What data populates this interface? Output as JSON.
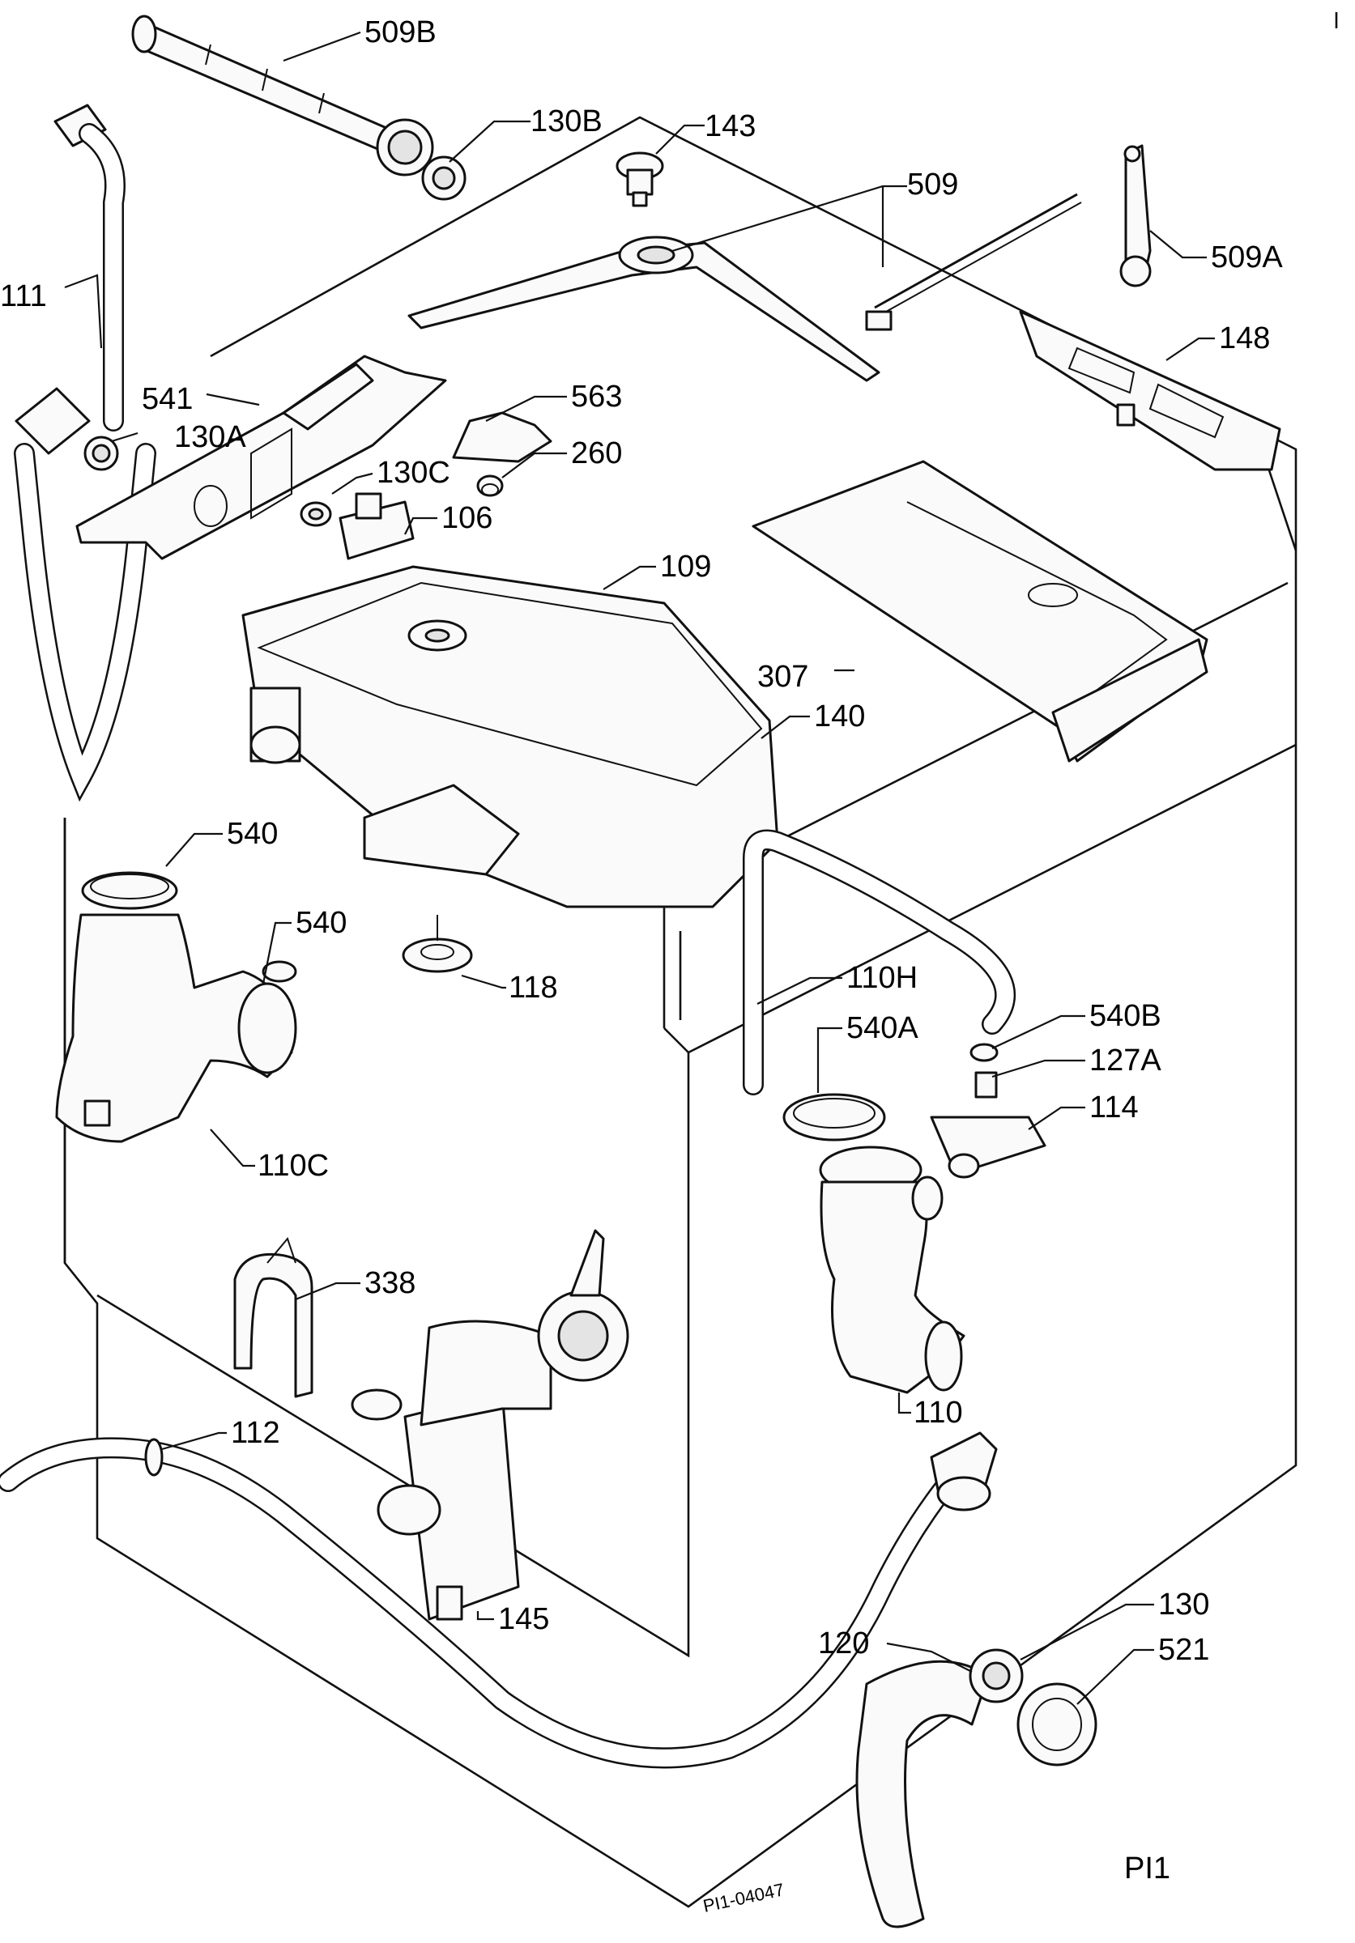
{
  "labels": {
    "l509B": "509B",
    "l130B": "130B",
    "l143": "143",
    "l509": "509",
    "l509A": "509A",
    "l111": "111",
    "l541": "541",
    "l563": "563",
    "l148": "148",
    "l130A": "130A",
    "l130C": "130C",
    "l260": "260",
    "l106": "106",
    "l109": "109",
    "l307": "307",
    "l140": "140",
    "l540a": "540",
    "l540b": "540",
    "l118": "118",
    "l110H": "110H",
    "l540B": "540B",
    "l540A": "540A",
    "l127A": "127A",
    "l114": "114",
    "l110C": "110C",
    "l338": "338",
    "l110": "110",
    "l112": "112",
    "l145": "145",
    "l130": "130",
    "l120": "120",
    "l521": "521"
  },
  "drawing_id": "PI1-04047",
  "page_tag": "PI1"
}
